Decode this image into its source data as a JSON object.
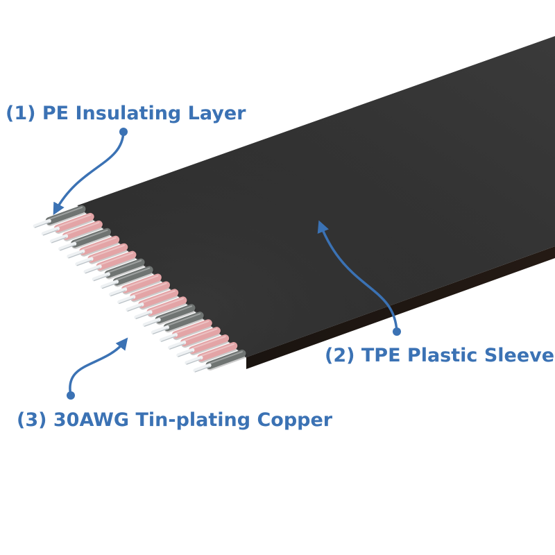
{
  "labels": {
    "pe_insulating_layer": "(1) PE Insulating Layer",
    "tpe_plastic_sleeve": "(2) TPE Plastic Sleeve",
    "tin_plating_copper": "(3) 30AWG Tin-plating Copper"
  },
  "colors": {
    "callout": "#3b72b4",
    "sleeve": "#2b2b2b",
    "insulation_pink": "#e3a4a6",
    "insulation_grey": "#6f7472",
    "conductor": "#eef1f3",
    "background": "#ffffff"
  },
  "wires": {
    "count": 20,
    "color_sequence": [
      "grey",
      "pink",
      "pink",
      "grey",
      "pink",
      "pink",
      "pink",
      "grey",
      "grey",
      "pink",
      "pink",
      "pink",
      "pink",
      "grey",
      "grey",
      "pink",
      "pink",
      "pink",
      "pink",
      "grey"
    ]
  },
  "icons": {
    "callout_1": "curved-arrow-icon",
    "callout_2": "curved-arrow-icon",
    "callout_3": "curved-arrow-icon"
  }
}
